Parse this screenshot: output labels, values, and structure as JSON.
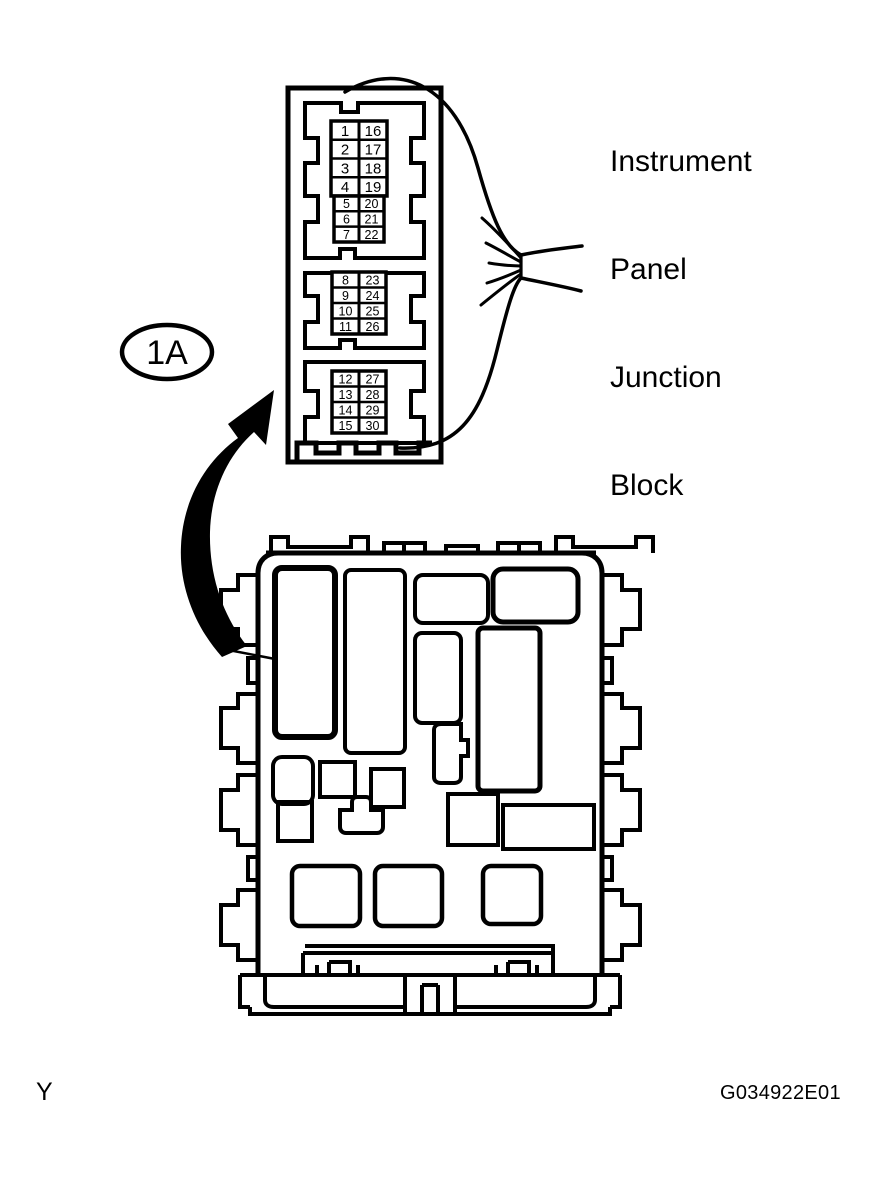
{
  "figure": {
    "title_lines": [
      "Instrument",
      "Panel",
      "Junction",
      "Block"
    ],
    "title_text": "Instrument Panel Junction Block",
    "callout_id": "1A",
    "sheet_code": "Y",
    "figure_id": "G034922E01"
  },
  "connector": {
    "name": "instrument-panel-junction-block-connector",
    "total_pins": 30,
    "groups": [
      {
        "group_name": "upper-pin-group",
        "rows": [
          {
            "left": "1",
            "right": "16",
            "tall": true
          },
          {
            "left": "2",
            "right": "17",
            "tall": true
          },
          {
            "left": "3",
            "right": "18",
            "tall": true
          },
          {
            "left": "4",
            "right": "19",
            "tall": true
          },
          {
            "left": "5",
            "right": "20",
            "tall": false
          },
          {
            "left": "6",
            "right": "21",
            "tall": false
          },
          {
            "left": "7",
            "right": "22",
            "tall": false
          }
        ]
      },
      {
        "group_name": "middle-pin-group",
        "rows": [
          {
            "left": "8",
            "right": "23",
            "tall": false
          },
          {
            "left": "9",
            "right": "24",
            "tall": false
          },
          {
            "left": "10",
            "right": "25",
            "tall": false
          },
          {
            "left": "11",
            "right": "26",
            "tall": false
          }
        ]
      },
      {
        "group_name": "lower-pin-group",
        "rows": [
          {
            "left": "12",
            "right": "27",
            "tall": false
          },
          {
            "left": "13",
            "right": "28",
            "tall": false
          },
          {
            "left": "14",
            "right": "29",
            "tall": false
          },
          {
            "left": "15",
            "right": "30",
            "tall": false
          }
        ]
      }
    ]
  },
  "colors": {
    "ink": "#000000",
    "paper": "#ffffff"
  }
}
